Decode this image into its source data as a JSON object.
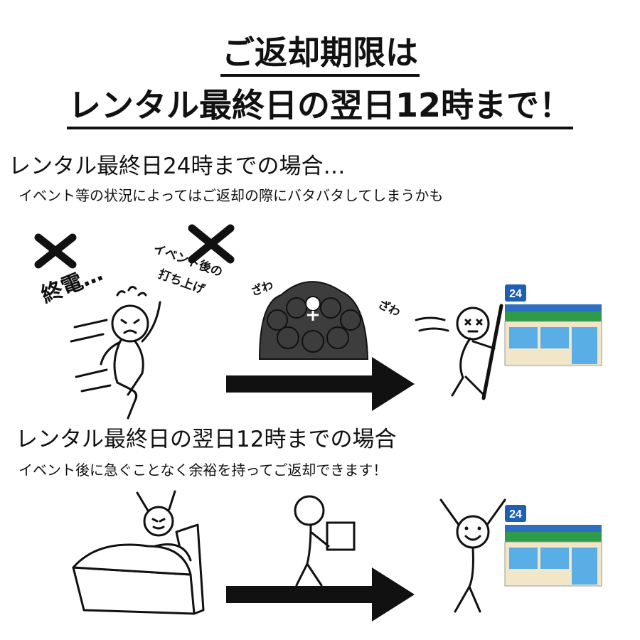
{
  "header": {
    "title_line1": "ご返却期限は",
    "title_line2": "レンタル最終日の翌日12時まで！"
  },
  "scenario_bad": {
    "heading": "レンタル最終日24時までの場合…",
    "subtext": "イベント等の状況によってはご返却の際にバタバタしてしまうかも",
    "label_last_train": "終電…",
    "label_after_party_1": "イベント後の",
    "label_after_party_2": "打ち上げ",
    "crowd_sfx_left": "ざわ",
    "crowd_sfx_right": "ざわ",
    "store_sign": "24"
  },
  "scenario_good": {
    "heading": "レンタル最終日の翌日12時までの場合",
    "subtext": "イベント後に急ぐことなく余裕を持ってご返却できます！",
    "store_sign": "24"
  },
  "colors": {
    "ink": "#111111",
    "store_green": "#2e9b48",
    "store_blue": "#2f6fc0",
    "store_window": "#5aaee6",
    "store_sign_bg": "#1f5fb0",
    "crowd": "#3d3d3d"
  }
}
